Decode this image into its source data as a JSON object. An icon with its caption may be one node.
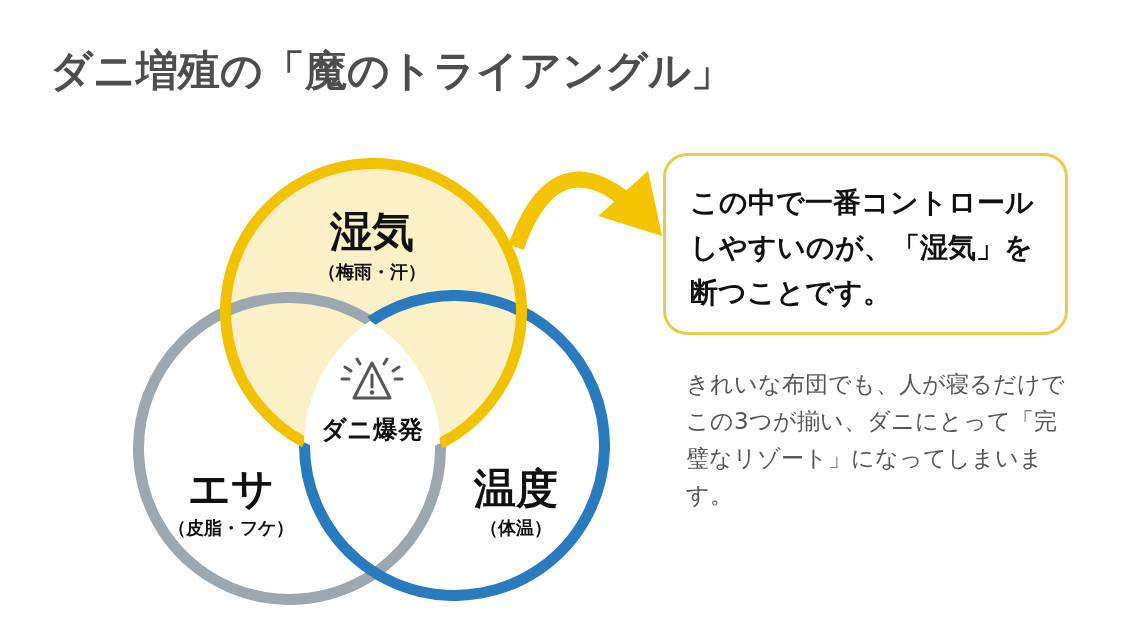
{
  "diagram": {
    "title": "ダニ増殖の「魔のトライアングル」",
    "nodes": [
      {
        "text": [
          "湿気",
          "（梅雨・汗）"
        ]
      },
      {
        "text": [
          "エサ",
          "（皮脂・フケ）"
        ]
      },
      {
        "text": [
          "温度",
          "（体温）"
        ]
      },
      {
        "text": [
          "ダニ爆発"
        ]
      },
      {
        "text": [
          "この中で一番コントロールしやすいのが、「湿気」を断つことです。"
        ]
      }
    ],
    "edges": [
      {
        "from": 0,
        "to": 4,
        "arrow": "to"
      }
    ],
    "labels": [
      "きれいな布団でも、人が寝るだけでこの3つが揃い、ダニにとって「完璧なリゾート」になってしまいます。"
    ]
  }
}
